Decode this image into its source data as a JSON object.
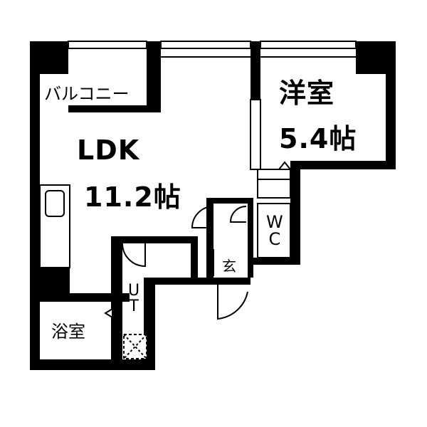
{
  "rooms": {
    "ldk": {
      "name": "LDK",
      "size": "11.2帖"
    },
    "western": {
      "name": "洋室",
      "size": "5.4帖"
    },
    "balcony": "バルコニー",
    "bath": "浴室",
    "entrance": "玄"
  },
  "storage": {
    "wc_1": "W",
    "wc_2": "C",
    "ut_1": "U",
    "ut_2": "T"
  },
  "colors": {
    "wall": "#000000",
    "fixture": "#555555",
    "background": "#ffffff"
  }
}
